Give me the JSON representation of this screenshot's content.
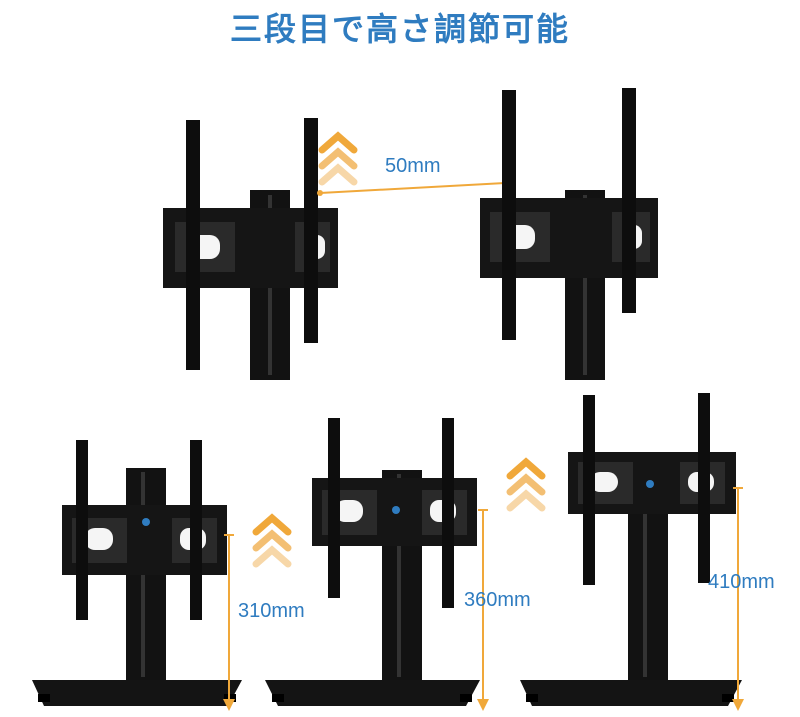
{
  "title": "三段目で高さ調節可能",
  "colors": {
    "title": "#2f7cc0",
    "label": "#2f7cc0",
    "arrow": "#f0a83a",
    "mount": "#111111"
  },
  "top_offset_label": "50mm",
  "heights": [
    {
      "label": "310mm"
    },
    {
      "label": "360mm"
    },
    {
      "label": "410mm"
    }
  ],
  "icons": [
    "up-chevrons-icon",
    "down-arrow-dimension-icon"
  ]
}
